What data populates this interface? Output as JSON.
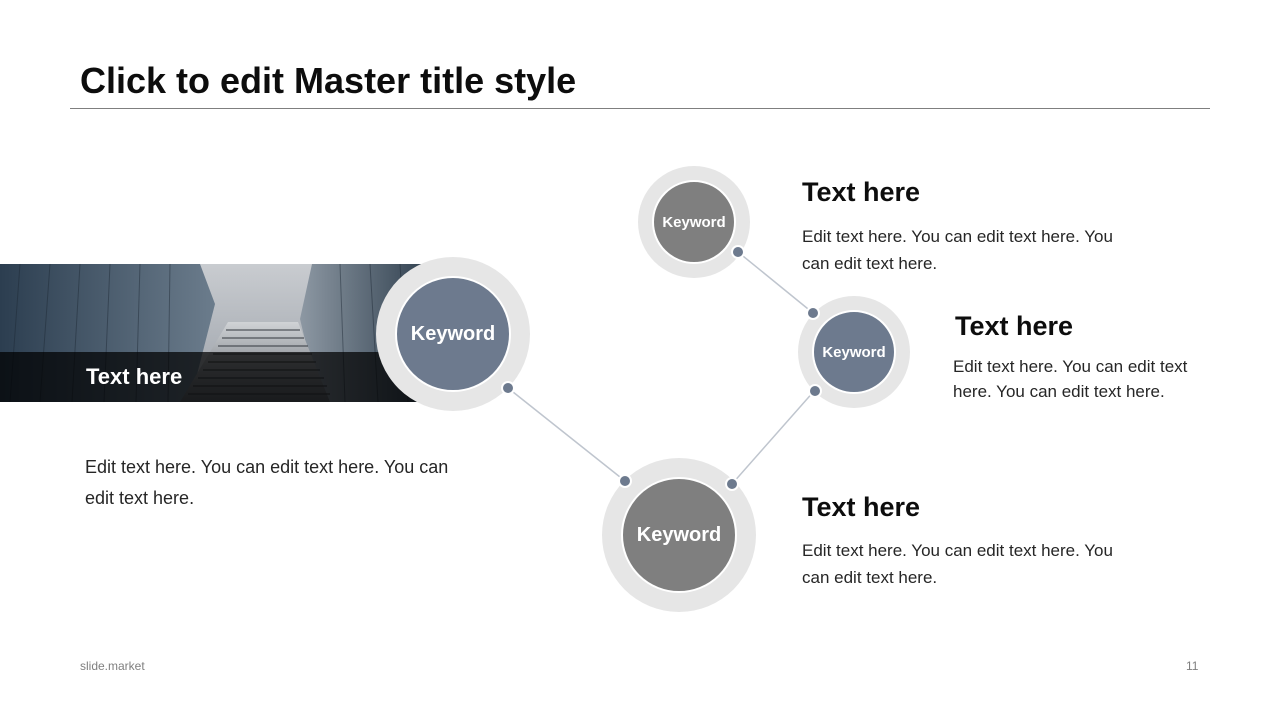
{
  "slide": {
    "title": "Click to edit Master title style",
    "footer_left": "slide.market",
    "page_number": "11"
  },
  "banner": {
    "title": "Text here",
    "body": "Edit text here. You can edit text here. You can edit text here."
  },
  "nodes": {
    "main": {
      "label": "Keyword"
    },
    "top": {
      "label": "Keyword"
    },
    "middle": {
      "label": "Keyword"
    },
    "bottom": {
      "label": "Keyword"
    }
  },
  "blocks": {
    "top": {
      "heading": "Text here",
      "body": "Edit text here. You can edit text here. You can edit text here."
    },
    "middle": {
      "heading": "Text here",
      "body": "Edit text here. You can edit text here. You can edit text here."
    },
    "bottom": {
      "heading": "Text here",
      "body": "Edit text here. You can edit text here. You can edit text here."
    }
  },
  "colors": {
    "slate": "#6d7a8e",
    "gray": "#7f7f7f",
    "ring": "#e6e6e6",
    "connector": "#bfc5ce"
  }
}
